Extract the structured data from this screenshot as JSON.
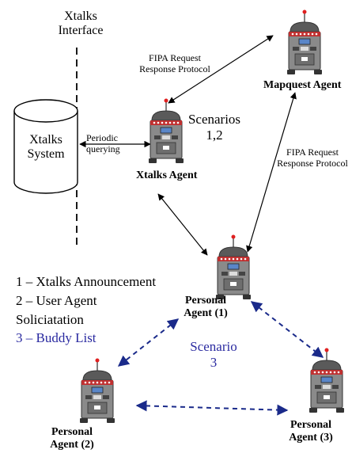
{
  "labels": {
    "interface_line1": "Xtalks",
    "interface_line2": "Interface",
    "fipa_top_line1": "FIPA Request",
    "fipa_top_line2": "Response Protocol",
    "fipa_right_line1": "FIPA Request",
    "fipa_right_line2": "Response Protocol",
    "periodic_line1": "Periodic",
    "periodic_line2": "querying",
    "system_line1": "Xtalks",
    "system_line2": "System",
    "scenarios_line1": "Scenarios",
    "scenarios_line2": "1,2",
    "scenario3_line1": "Scenario",
    "scenario3_line2": "3"
  },
  "agents": {
    "mapquest": "Mapquest Agent",
    "xtalks": "Xtalks Agent",
    "personal1_line1": "Personal",
    "personal1_line2": "Agent (1)",
    "personal2_line1": "Personal",
    "personal2_line2": "Agent (2)",
    "personal3_line1": "Personal",
    "personal3_line2": "Agent (3)"
  },
  "legend": [
    "1 – Xtalks Announcement",
    "2 – User Agent",
    "Soliciatation",
    "3 – Buddy List"
  ],
  "colors": {
    "black_edges": "#000000",
    "blue_edges": "#1a2a8a",
    "scenario3_text": "#2a2aa0",
    "legend_item3": "#2a2aa0",
    "robot_body": "#8a8a8a",
    "robot_screen": "#5a86c8",
    "robot_light": "#e02020"
  },
  "icons": [
    "robot-agent-icon",
    "database-cylinder-icon"
  ]
}
